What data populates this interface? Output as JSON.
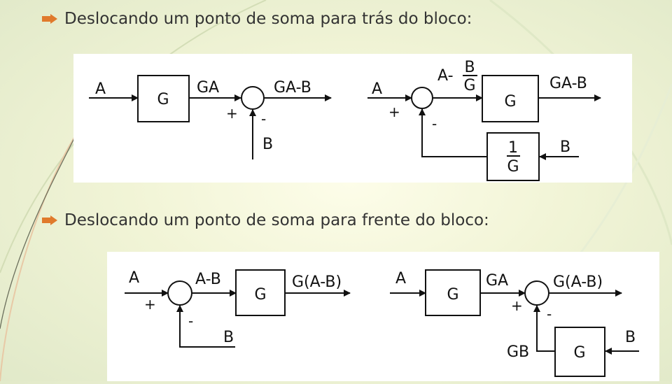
{
  "slide": {
    "bullet_color": "#e07a2c",
    "text_color": "#333333",
    "sections": [
      {
        "heading": "Deslocando um ponto de soma para trás do bloco:",
        "left_diagram": {
          "input": "A",
          "block": "G",
          "block_output": "GA",
          "sum_output": "GA-B",
          "sum_sign_main": "+",
          "sum_sign_side": "-",
          "side_input": "B"
        },
        "right_diagram": {
          "input": "A",
          "sum_output_prefix": "A-",
          "frac_num": "B",
          "frac_den": "G",
          "block": "G",
          "output": "GA-B",
          "sum_sign_main": "+",
          "sum_sign_side": "-",
          "feedback_num": "1",
          "feedback_den": "G",
          "feedback_input": "B"
        }
      },
      {
        "heading": "Deslocando um ponto de soma para frente do bloco:",
        "left_diagram": {
          "input": "A",
          "sum_output": "A-B",
          "block": "G",
          "output": "G(A-B)",
          "sum_sign_main": "+",
          "sum_sign_side": "-",
          "side_input": "B"
        },
        "right_diagram": {
          "input": "A",
          "block": "G",
          "block_output": "GA",
          "output": "G(A-B)",
          "sum_sign_main": "+",
          "sum_sign_side": "-",
          "feedback_output": "GB",
          "feedback_block": "G",
          "feedback_input": "B"
        }
      }
    ]
  }
}
